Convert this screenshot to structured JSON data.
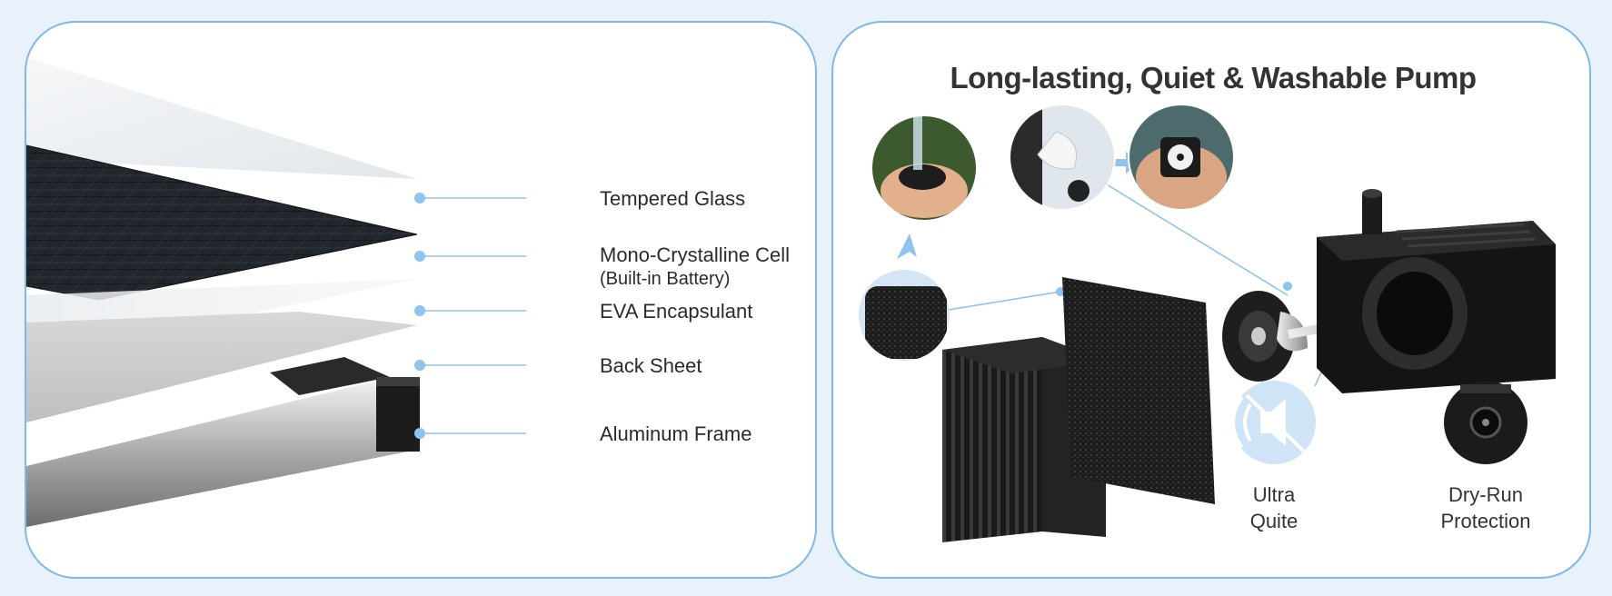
{
  "solar_panel": {
    "layers": [
      {
        "label": "Tempered Glass"
      },
      {
        "label": "Mono-Crystalline Cell",
        "sublabel": "(Built-in Battery)"
      },
      {
        "label": "EVA Encapsulant"
      },
      {
        "label": "Back Sheet"
      },
      {
        "label": "Aluminum Frame"
      }
    ]
  },
  "pump": {
    "title": "Long-lasting, Quiet & Washable Pump",
    "features": [
      {
        "lines": [
          "Ultra",
          "Quite"
        ],
        "icon": "mute-speaker-icon"
      },
      {
        "lines": [
          "Dry-Run",
          "Protection"
        ],
        "icon": "dc-jack-icon"
      }
    ]
  },
  "colors": {
    "accent": "#7fb9ea",
    "background": "#e9f2fb",
    "text": "#333333"
  }
}
